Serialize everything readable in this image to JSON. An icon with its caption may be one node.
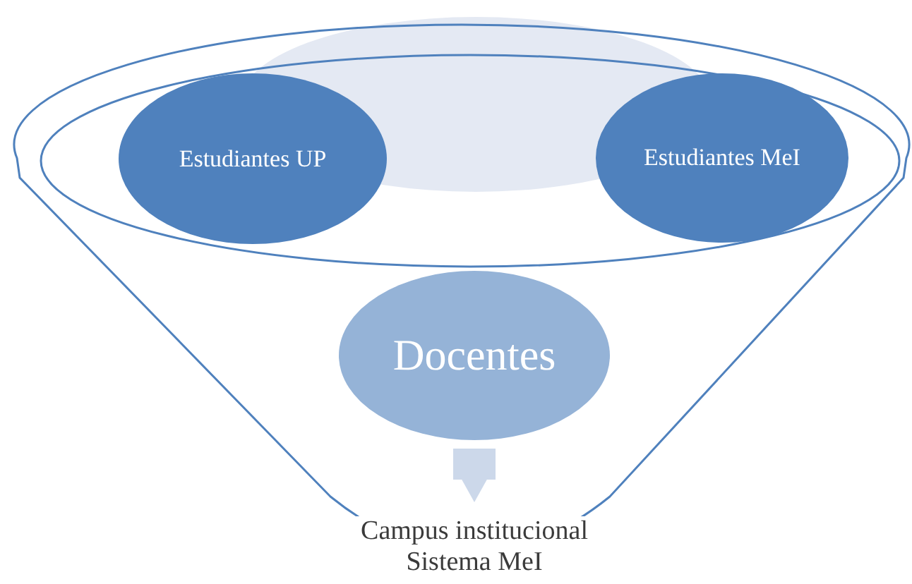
{
  "diagram": {
    "nodes": [
      {
        "text": [],
        "shape": "funnel"
      },
      {
        "text": [],
        "shape": "ellipse",
        "in": 0
      },
      {
        "text": [
          "Estudiantes UP"
        ],
        "in": 1
      },
      {
        "text": [
          "Estudiantes MeI"
        ],
        "in": 1
      },
      {
        "text": [
          "Docentes"
        ],
        "in": 0
      },
      {
        "text": [
          "Campus institucional Sistema MeI"
        ]
      }
    ],
    "edges": [
      {
        "from": 4,
        "to": 5,
        "arrow": "to"
      }
    ]
  }
}
